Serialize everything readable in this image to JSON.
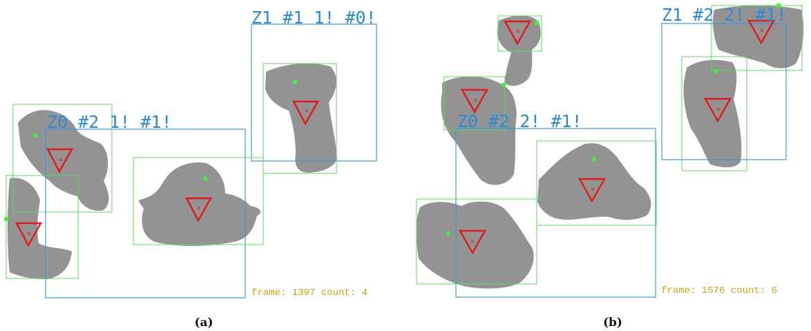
{
  "colors": {
    "blob": "#939393",
    "zone_box": "#3d96dd",
    "object_box": "#53dc53",
    "marker": "#e21a1a",
    "centroid": "#3cf03c",
    "label": "#2a8ad8",
    "frame_info": "#d4a20a"
  },
  "panel_a": {
    "zone0_label": "Z0 #2 1! #1!",
    "zone1_label": "Z1 #1 1! #0!",
    "frame_info": "frame: 1397 count: 4",
    "caption": "(a)"
  },
  "panel_b": {
    "zone0_label": "Z0 #2 2! #1!",
    "zone1_label": "Z1 #2 2! #1!",
    "frame_info": "frame: 1576 count: 6",
    "caption": "(b)"
  }
}
